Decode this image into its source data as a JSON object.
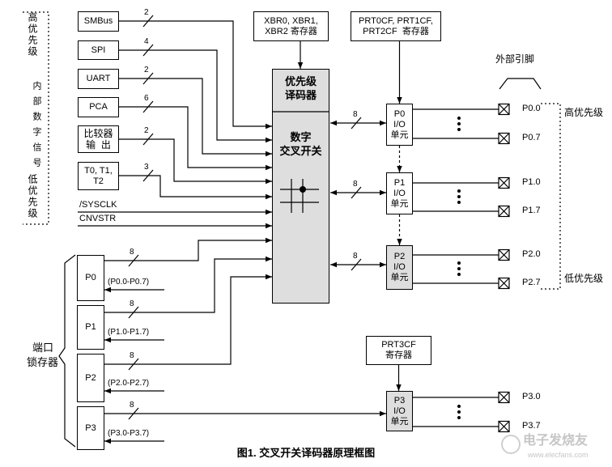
{
  "left_priority": {
    "high": "高优先级",
    "internal": "内部数字信号",
    "low": "低优先级"
  },
  "peripherals": [
    {
      "lines": [
        "SMBus"
      ],
      "width": "2"
    },
    {
      "lines": [
        "SPI"
      ],
      "width": "4"
    },
    {
      "lines": [
        "UART"
      ],
      "width": "2"
    },
    {
      "lines": [
        "PCA"
      ],
      "width": "6"
    },
    {
      "lines": [
        "比较器",
        "输  出"
      ],
      "width": "2"
    },
    {
      "lines": [
        "T0, T1,",
        "T2"
      ],
      "width": "3"
    }
  ],
  "signals": {
    "sysclk": "/SYSCLK",
    "cnvstr": "CNVSTR"
  },
  "xbr_register": {
    "lines": [
      "XBR0, XBR1,",
      "XBR2 寄存器"
    ]
  },
  "prt_register": {
    "lines": [
      "PRT0CF, PRT1CF,",
      "PRT2CF  寄存器"
    ]
  },
  "prt3_register": {
    "lines": [
      "PRT3CF",
      "寄存器"
    ]
  },
  "crossbar": {
    "decoder": [
      "优先级",
      "译码器"
    ],
    "switch": [
      "数字",
      "交叉开关"
    ]
  },
  "io_cells": [
    {
      "lines": [
        "P0",
        "I/O",
        "单元"
      ],
      "width": "8"
    },
    {
      "lines": [
        "P1",
        "I/O",
        "单元"
      ],
      "width": "8"
    },
    {
      "lines": [
        "P2",
        "I/O",
        "单元"
      ],
      "width": "8"
    },
    {
      "lines": [
        "P3",
        "I/O",
        "单元"
      ]
    }
  ],
  "external_pins": {
    "title": "外部引脚",
    "pins": [
      "P0.0",
      "P0.7",
      "P1.0",
      "P1.7",
      "P2.0",
      "P2.7",
      "P3.0",
      "P3.7"
    ]
  },
  "right_priority": {
    "high": "高优先级",
    "low": "低优先级"
  },
  "latches": {
    "group_label": [
      "端口",
      "锁存器"
    ],
    "items": [
      {
        "label": "P0",
        "width": "8",
        "range": "(P0.0-P0.7)"
      },
      {
        "label": "P1",
        "width": "8",
        "range": "(P1.0-P1.7)"
      },
      {
        "label": "P2",
        "width": "8",
        "range": "(P2.0-P2.7)"
      },
      {
        "label": "P3",
        "width": "8",
        "range": "(P3.0-P3.7)"
      }
    ]
  },
  "caption": "图1. 交叉开关译码器原理框图",
  "watermark": {
    "brand": "电子发烧友",
    "url": "www.elecfans.com"
  },
  "colors": {
    "line": "#000000",
    "block_fill": "#dedede",
    "watermark": "#c6c6c6"
  }
}
